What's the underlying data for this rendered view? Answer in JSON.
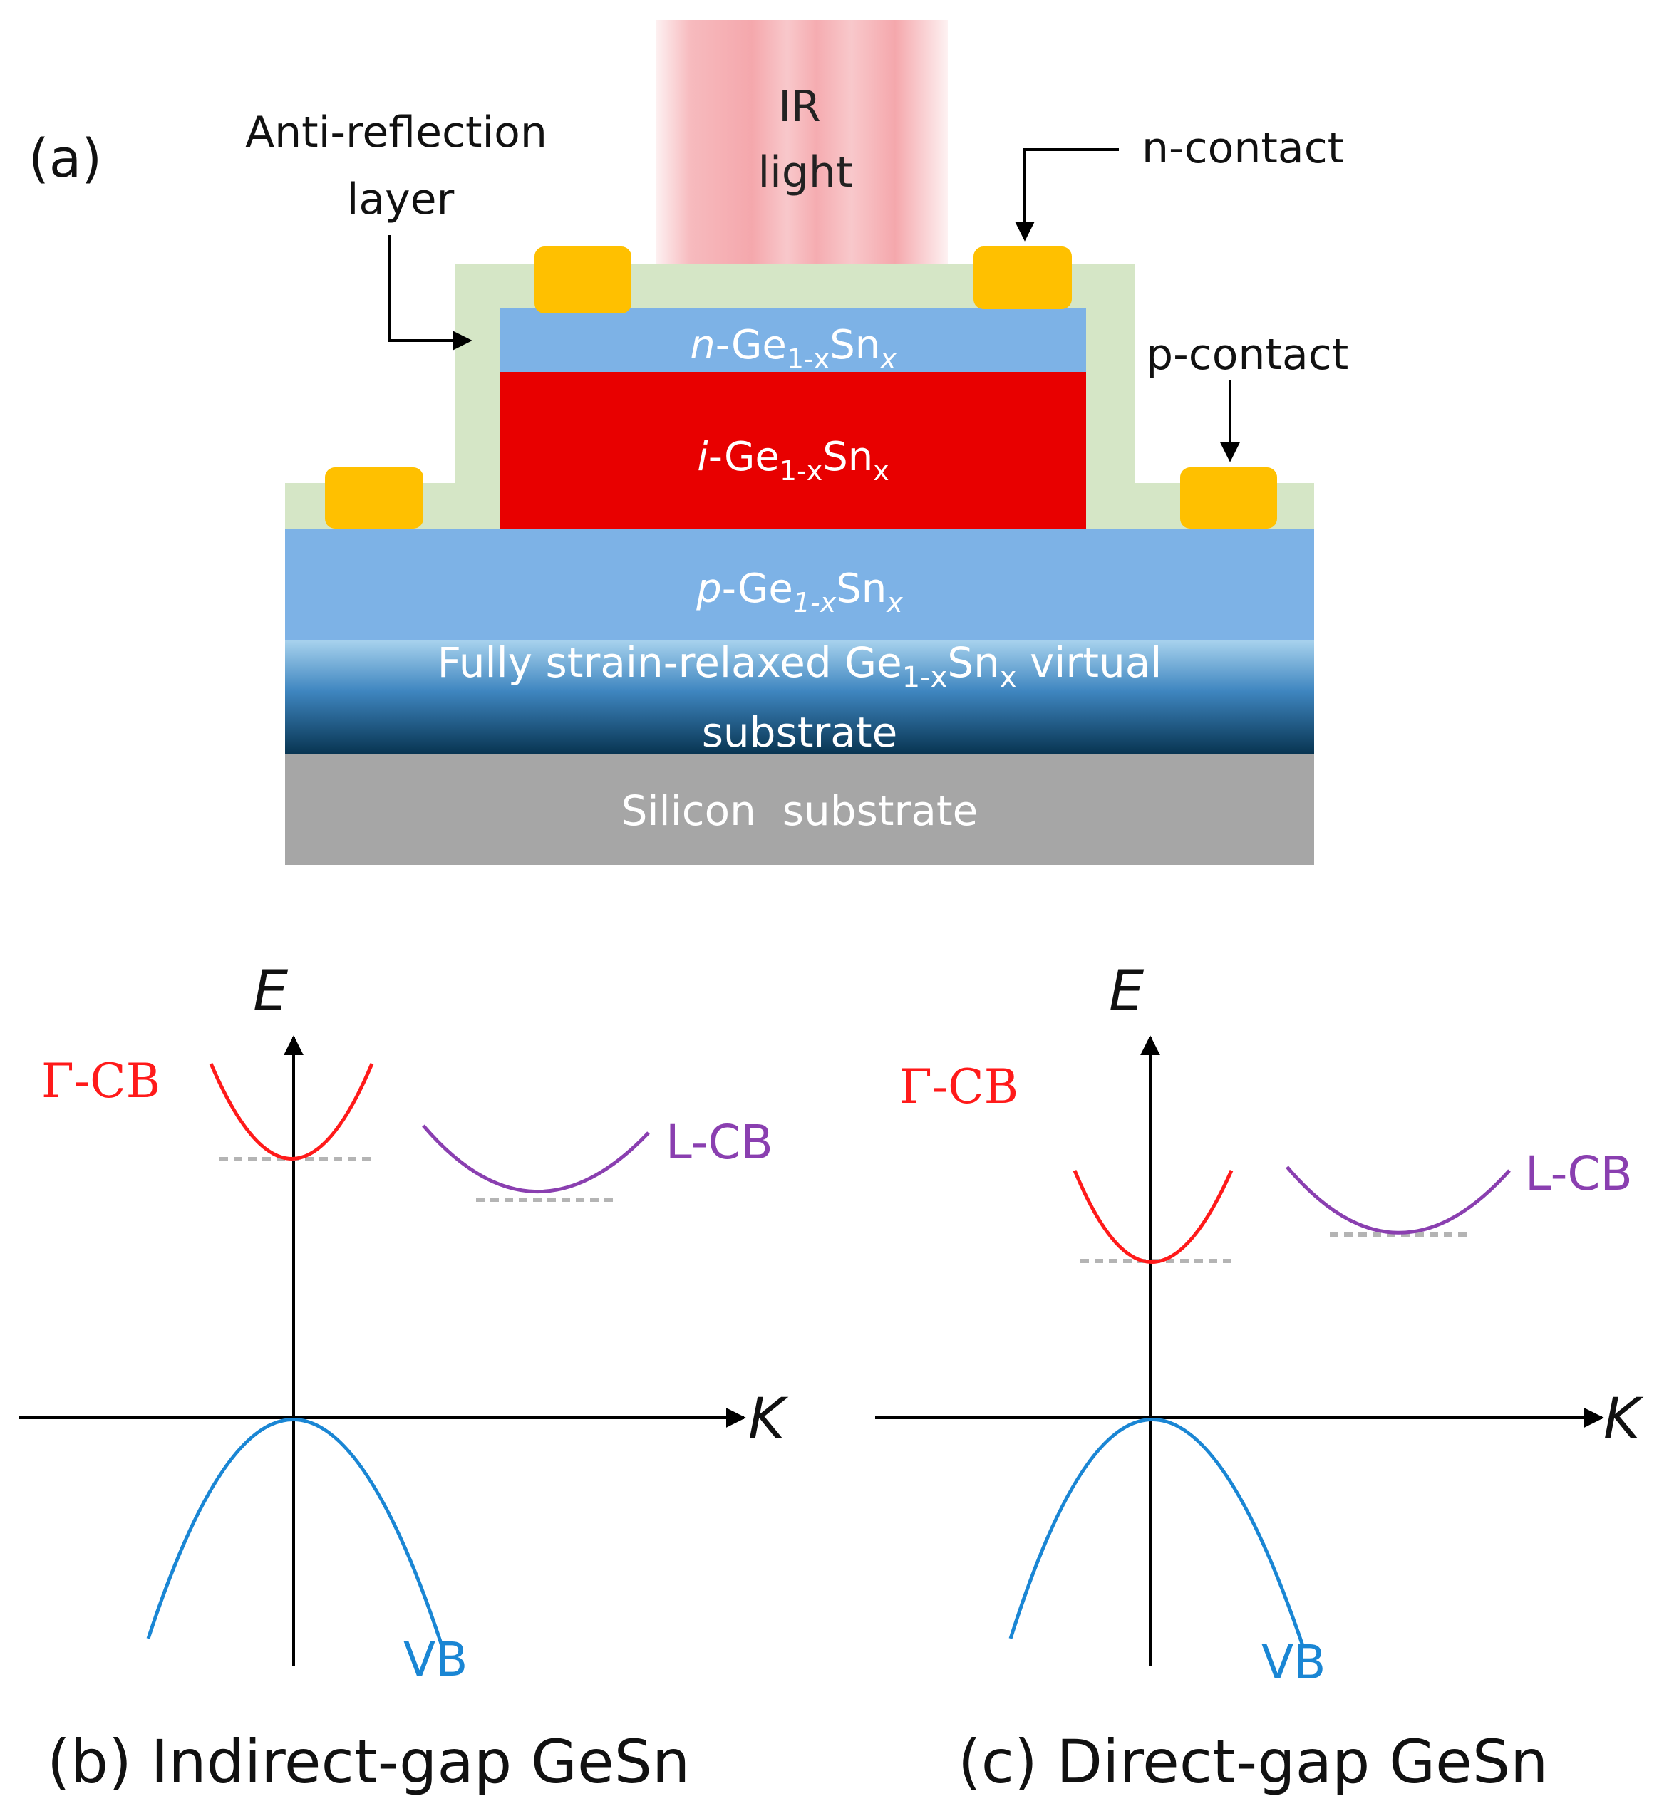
{
  "panel_a": {
    "tag": "(a)",
    "ir_light": [
      "IR",
      "light"
    ],
    "ar_label": [
      "Anti-reflection",
      "layer"
    ],
    "n_contact": "n-contact",
    "p_contact": "p-contact",
    "layers": {
      "n": {
        "prefix": "n",
        "mid": "-Ge",
        "sub": "1-x",
        "sn": "Sn",
        "x": "x"
      },
      "i": {
        "prefix": "i",
        "mid": "-Ge",
        "sub": "1-x",
        "sn": "Sn",
        "x": "x"
      },
      "p": {
        "prefix": "p",
        "mid": "-Ge",
        "sub": "1-x",
        "sn": "Sn",
        "x": "x"
      },
      "vs": {
        "line1_pre": "Fully strain-relaxed Ge",
        "sub": "1-x",
        "sn": "Sn",
        "x": "x",
        "line1_post": " virtual",
        "line2": "substrate"
      },
      "si": "Silicon  substrate"
    },
    "colors": {
      "ar_layer": "#d5e6c6",
      "n_layer": "#7db2e6",
      "i_layer": "#e80000",
      "p_layer": "#7db2e6",
      "contact": "#ffc000",
      "si": "#a6a6a6",
      "vs_top": "#8fc3e6",
      "vs_bottom": "#0a3a5a",
      "ir": "#f4a3a8"
    }
  },
  "panel_b": {
    "axis_e": "E",
    "axis_k": "K",
    "gamma_cb": "Γ-CB",
    "l_cb": "L-CB",
    "vb": "VB",
    "caption": "(b) Indirect-gap GeSn"
  },
  "panel_c": {
    "axis_e": "E",
    "axis_k": "K",
    "gamma_cb": "Γ-CB",
    "l_cb": "L-CB",
    "vb": "VB",
    "caption": "(c) Direct-gap GeSn"
  },
  "colors": {
    "gamma": "#ff1a1a",
    "l": "#8a3fb0",
    "vb": "#1a86d4",
    "dotted": "#b4b4b4"
  }
}
